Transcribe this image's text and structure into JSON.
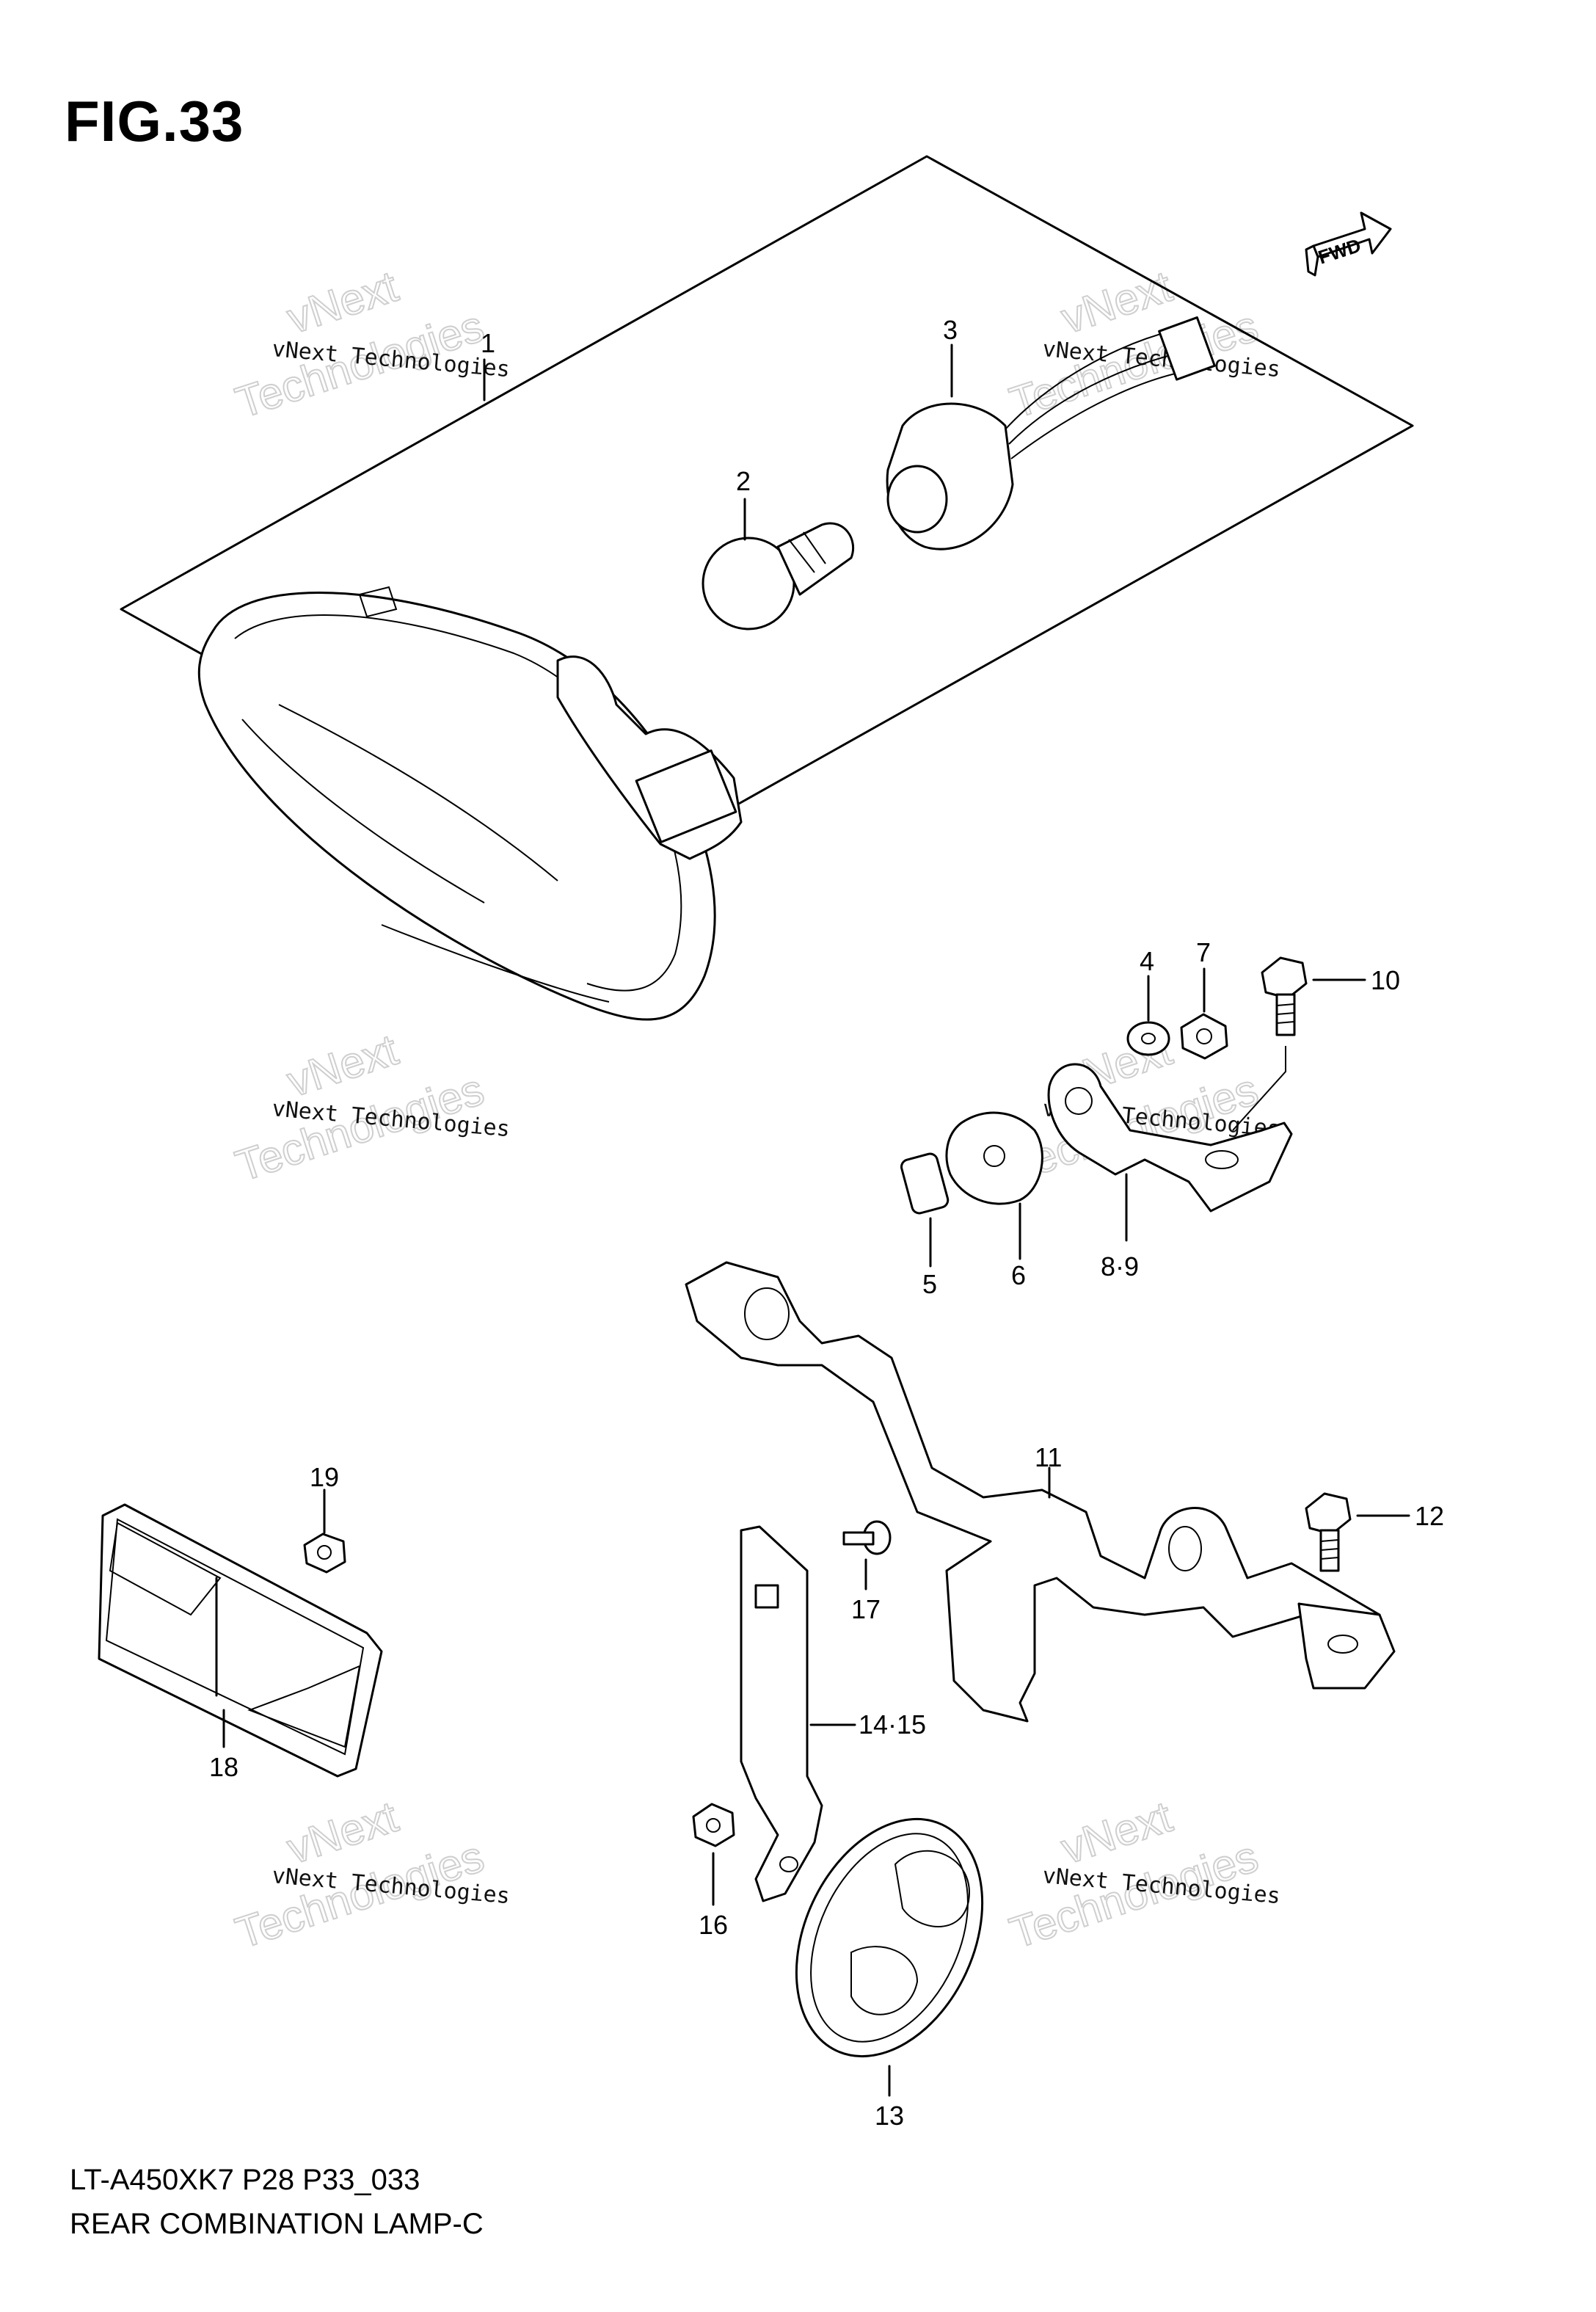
{
  "figure": {
    "title": "FIG.33",
    "fwd_label": "FWD",
    "watermark_line": "vNext Technologies",
    "watermark_big": "Technologies",
    "watermark_small": "vNext"
  },
  "footer": {
    "model": "LT-A450XK7 P28 P33_033",
    "caption": "REAR COMBINATION LAMP-C"
  },
  "callouts": {
    "p1": "1",
    "p2": "2",
    "p3": "3",
    "p4": "4",
    "p5": "5",
    "p6": "6",
    "p7": "7",
    "p89": "8·9",
    "p10": "10",
    "p11": "11",
    "p12": "12",
    "p13": "13",
    "p1415": "14·15",
    "p16": "16",
    "p17": "17",
    "p18": "18",
    "p19": "19"
  }
}
